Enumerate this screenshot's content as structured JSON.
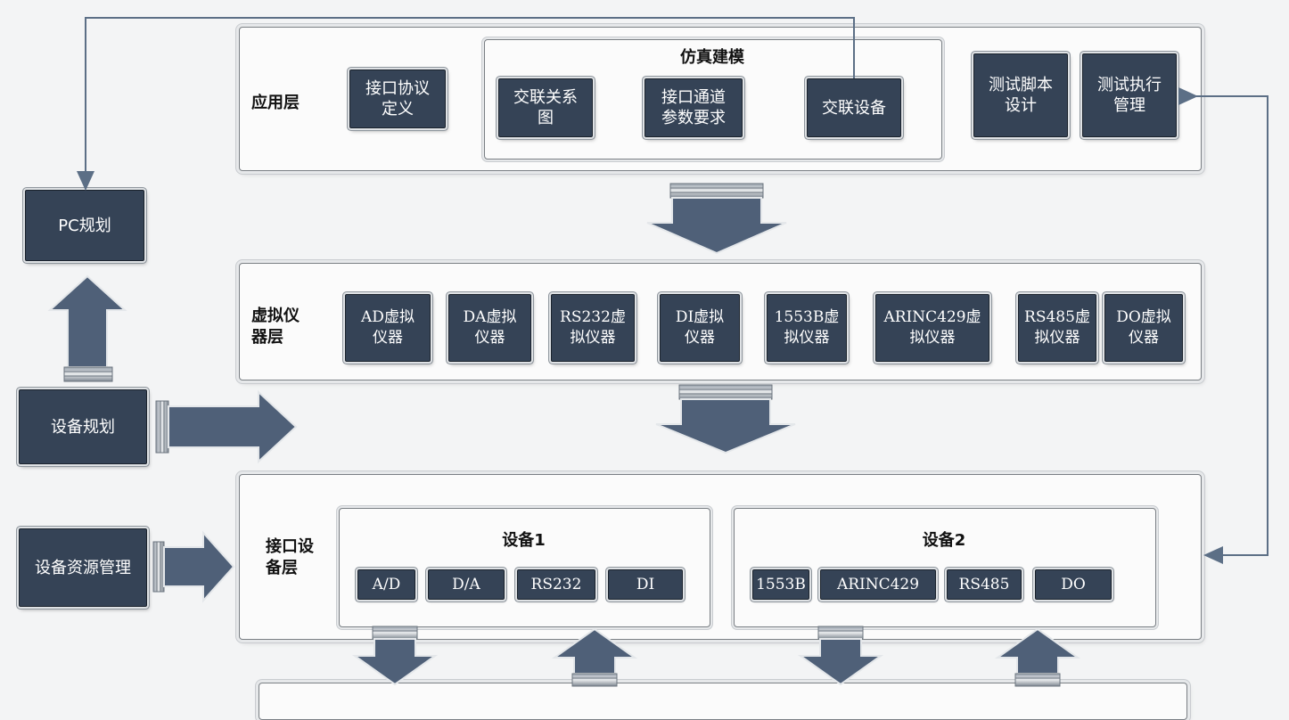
{
  "app_layer": {
    "label": "应用层",
    "protocol_def": "接口协议\n定义",
    "sim_modeling": {
      "title": "仿真建模",
      "items": [
        "交联关系\n图",
        "接口通道\n参数要求",
        "交联设备"
      ]
    },
    "test_script": "测试脚本\n设计",
    "test_exec": "测试执行\n管理"
  },
  "virtual_layer": {
    "label": "虚拟仪\n器层",
    "items": [
      "AD虚拟\n仪器",
      "DA虚拟\n仪器",
      "RS232虚\n拟仪器",
      "DI虚拟\n仪器",
      "1553B虚\n拟仪器",
      "ARINC429虚\n拟仪器",
      "RS485虚\n拟仪器",
      "DO虚拟\n仪器"
    ]
  },
  "interface_layer": {
    "label": "接口设\n备层",
    "device1": {
      "title": "设备1",
      "ports": [
        "A/D",
        "D/A",
        "RS232",
        "DI"
      ]
    },
    "device2": {
      "title": "设备2",
      "ports": [
        "1553B",
        "ARINC429",
        "RS485",
        "DO"
      ]
    }
  },
  "side": {
    "pc_planning": "PC规划",
    "device_planning": "设备规划",
    "device_resource": "设备资源管理"
  },
  "colors": {
    "box": "#354356",
    "arrow": "#4f6078",
    "line": "#5c6f86"
  }
}
